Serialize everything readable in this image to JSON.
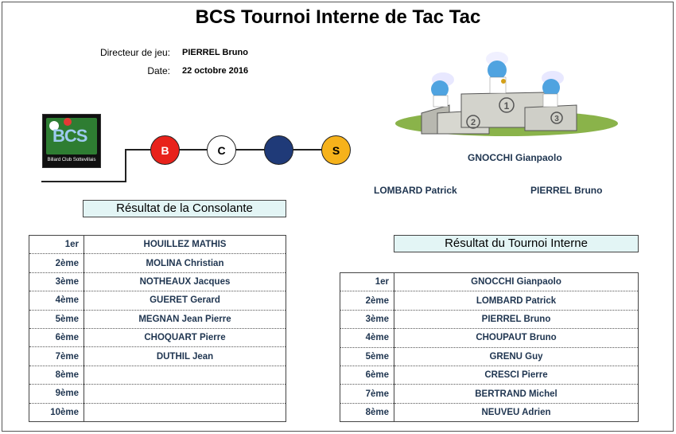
{
  "title": "BCS Tournoi Interne de Tac Tac",
  "meta": {
    "director_label": "Directeur de jeu:",
    "director_value": "PIERREL Bruno",
    "date_label": "Date:",
    "date_value": "22 octobre 2016"
  },
  "logo": {
    "text": "BCS",
    "subtitle": "Billard Club Sottevillais"
  },
  "balls": [
    {
      "letter": "B",
      "color": "#e8221b",
      "text_color": "#ffffff"
    },
    {
      "letter": "C",
      "color": "#ffffff",
      "text_color": "#000000"
    },
    {
      "letter": "",
      "color": "#1f3a78",
      "text_color": "#ffffff"
    },
    {
      "letter": "S",
      "color": "#f6b21b",
      "text_color": "#000000"
    }
  ],
  "podium": {
    "first": "GNOCCHI Gianpaolo",
    "second": "LOMBARD Patrick",
    "third": "PIERREL Bruno",
    "step_labels": [
      "1",
      "2",
      "3"
    ]
  },
  "consolante": {
    "title": "Résultat de la Consolante",
    "rows": [
      {
        "rank": "1er",
        "player": "HOUILLEZ MATHIS"
      },
      {
        "rank": "2ème",
        "player": "MOLINA Christian"
      },
      {
        "rank": "3ème",
        "player": "NOTHEAUX Jacques"
      },
      {
        "rank": "4ème",
        "player": "GUERET Gerard"
      },
      {
        "rank": "5ème",
        "player": "MEGNAN Jean Pierre"
      },
      {
        "rank": "6ème",
        "player": "CHOQUART Pierre"
      },
      {
        "rank": "7ème",
        "player": "DUTHIL Jean"
      },
      {
        "rank": "8ème",
        "player": ""
      },
      {
        "rank": "9ème",
        "player": ""
      },
      {
        "rank": "10ème",
        "player": ""
      }
    ]
  },
  "interne": {
    "title": "Résultat du Tournoi Interne",
    "rows": [
      {
        "rank": "1er",
        "player": "GNOCCHI Gianpaolo"
      },
      {
        "rank": "2ème",
        "player": "LOMBARD Patrick"
      },
      {
        "rank": "3ème",
        "player": "PIERREL Bruno"
      },
      {
        "rank": "4ème",
        "player": "CHOUPAUT Bruno"
      },
      {
        "rank": "5ème",
        "player": "GRENU Guy"
      },
      {
        "rank": "6ème",
        "player": "CRESCI Pierre"
      },
      {
        "rank": "7ème",
        "player": "BERTRAND Michel"
      },
      {
        "rank": "8ème",
        "player": "NEUVEU Adrien"
      }
    ]
  }
}
